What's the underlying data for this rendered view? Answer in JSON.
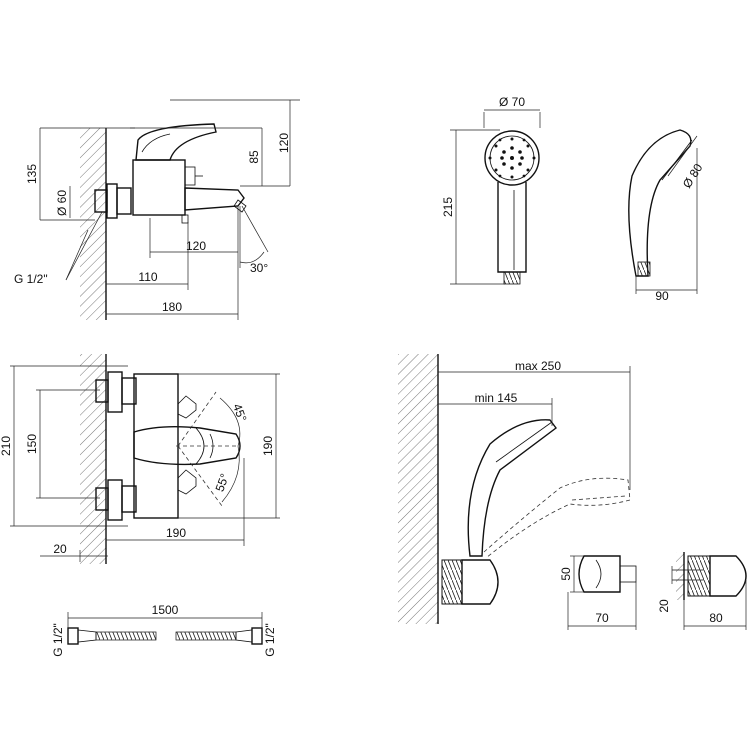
{
  "labels": {
    "d_135": "135",
    "d_60": "Ø 60",
    "d_85": "85",
    "d_120_top": "120",
    "d_120_mid": "120",
    "d_110": "110",
    "d_180": "180",
    "d_g12": "G 1/2\"",
    "d_30": "30°",
    "d_70": "Ø 70",
    "d_215": "215",
    "d_80": "Ø 80",
    "d_90": "90",
    "d_210": "210",
    "d_150": "150",
    "d_190_right": "190",
    "d_190_bottom": "190",
    "d_20_left": "20",
    "d_45": "45°",
    "d_55": "55°",
    "d_max250": "max 250",
    "d_min145": "min 145",
    "d_50": "50",
    "d_70_bracket": "70",
    "d_20_bracket": "20",
    "d_80_bracket": "80",
    "d_1500": "1500",
    "d_g12_hose_left": "G 1/2\"",
    "d_g12_hose_right": "G 1/2\""
  }
}
